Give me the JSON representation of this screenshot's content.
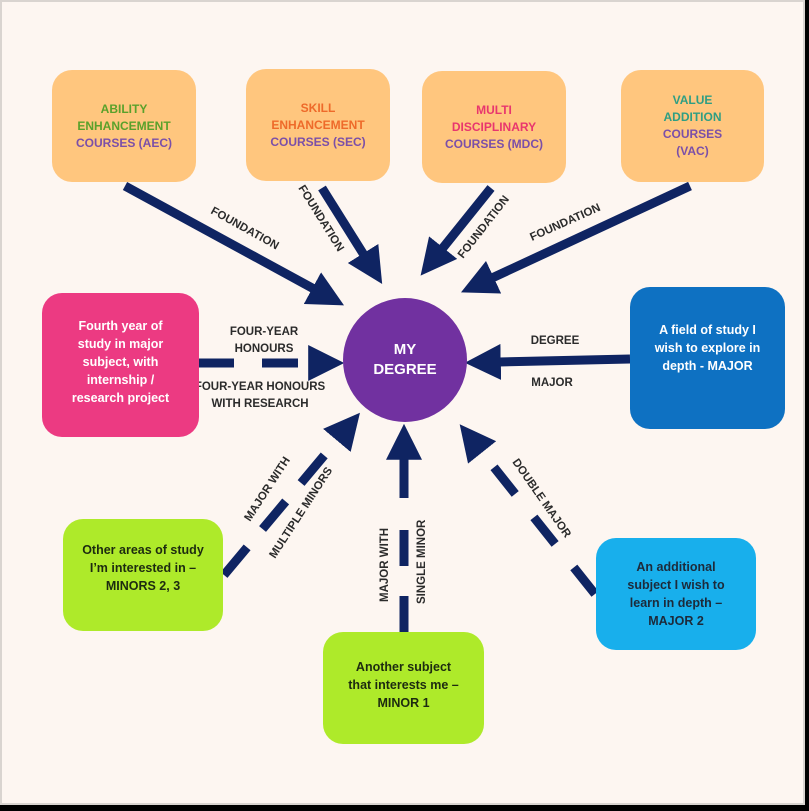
{
  "colors": {
    "background": "#fdf6f1",
    "arrow": "#0f2462",
    "hub": "#7131a0",
    "orange_box": "#ffc67e",
    "pink_box": "#ec3a82",
    "blue_box": "#0e71c2",
    "cyan_box": "#18afec",
    "lime_box": "#aeea2a"
  },
  "hub": {
    "lines": [
      "MY",
      "DEGREE"
    ]
  },
  "foundation_courses": [
    {
      "lines": [
        {
          "text": "ABILITY",
          "color": "#5aa12b"
        },
        {
          "text": "ENHANCEMENT",
          "color": "#5aa12b"
        },
        {
          "text": "COURSES (AEC)",
          "color": "#7b4fa8"
        }
      ],
      "arrow_label": "FOUNDATION"
    },
    {
      "lines": [
        {
          "text": "SKILL",
          "color": "#ee6a2a"
        },
        {
          "text": "ENHANCEMENT",
          "color": "#ee6a2a"
        },
        {
          "text": "COURSES (SEC)",
          "color": "#7b4fa8"
        }
      ],
      "arrow_label": "FOUNDATION"
    },
    {
      "lines": [
        {
          "text": "MULTI",
          "color": "#e8366e"
        },
        {
          "text": "DISCIPLINARY",
          "color": "#e8366e"
        },
        {
          "text": "COURSES (MDC)",
          "color": "#7b4fa8"
        }
      ],
      "arrow_label": "FOUNDATION"
    },
    {
      "lines": [
        {
          "text": "VALUE",
          "color": "#2f9e83"
        },
        {
          "text": "ADDITION",
          "color": "#2f9e83"
        },
        {
          "text": "COURSES",
          "color": "#7b4fa8"
        },
        {
          "text": "(VAC)",
          "color": "#7b4fa8"
        }
      ],
      "arrow_label": "FOUNDATION"
    }
  ],
  "fourth_year": {
    "lines": [
      "Fourth year of",
      "study in major",
      "subject, with",
      "internship /",
      "research project"
    ],
    "label_above": [
      "FOUR-YEAR",
      "HONOURS"
    ],
    "label_below": [
      "FOUR-YEAR HONOURS",
      "WITH RESEARCH"
    ]
  },
  "major": {
    "lines": [
      "A field of study I",
      "wish to explore  in",
      "depth - MAJOR"
    ],
    "label_above": "DEGREE",
    "label_below": "MAJOR"
  },
  "minors_2_3": {
    "lines": [
      "Other areas of study",
      "I’m interested in –",
      "MINORS 2, 3"
    ],
    "label_a": "MAJOR WITH",
    "label_b": "MULTIPLE MINORS"
  },
  "minor_1": {
    "lines": [
      "Another subject",
      "that interests me –",
      "MINOR 1"
    ],
    "label_a": "MAJOR WITH",
    "label_b": "SINGLE MINOR"
  },
  "major_2": {
    "lines": [
      "An additional",
      "subject I wish to",
      "learn in depth –",
      "MAJOR 2"
    ],
    "label": "DOUBLE MAJOR"
  }
}
